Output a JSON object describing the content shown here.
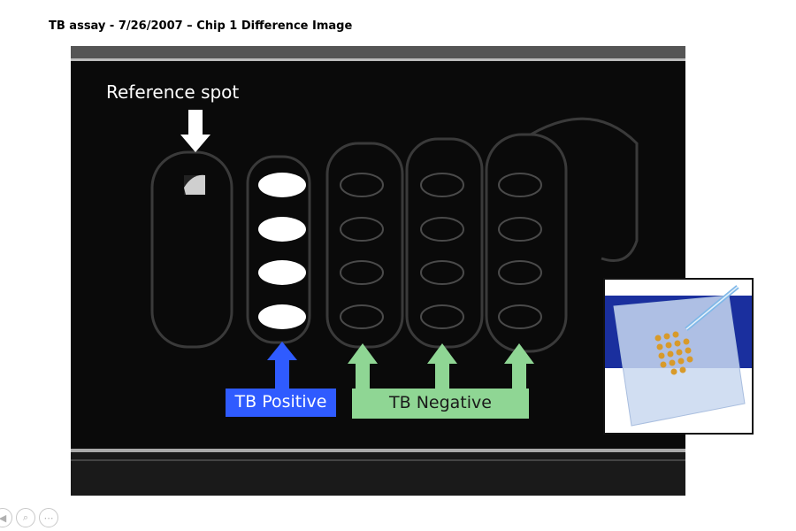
{
  "slide": {
    "title": "TB assay - 7/26/2007 – Chip 1 Difference Image"
  },
  "image": {
    "reference_label": "Reference spot",
    "positive_label": "TB Positive",
    "negative_label": "TB Negative",
    "colors": {
      "background": "#0a0a0a",
      "spot": "#ffffff",
      "positive_arrow": "#2f5bff",
      "negative_arrow": "#8fd694"
    }
  },
  "inset": {
    "description_icon": "microarray-chip-icon",
    "colors": {
      "band": "#1a2f9e",
      "slide": "#c9d8f0",
      "spots": "#d89a2a"
    }
  },
  "nav": {
    "buttons": [
      {
        "icon": "previous-icon"
      },
      {
        "icon": "zoom-icon"
      },
      {
        "icon": "more-icon"
      }
    ]
  }
}
